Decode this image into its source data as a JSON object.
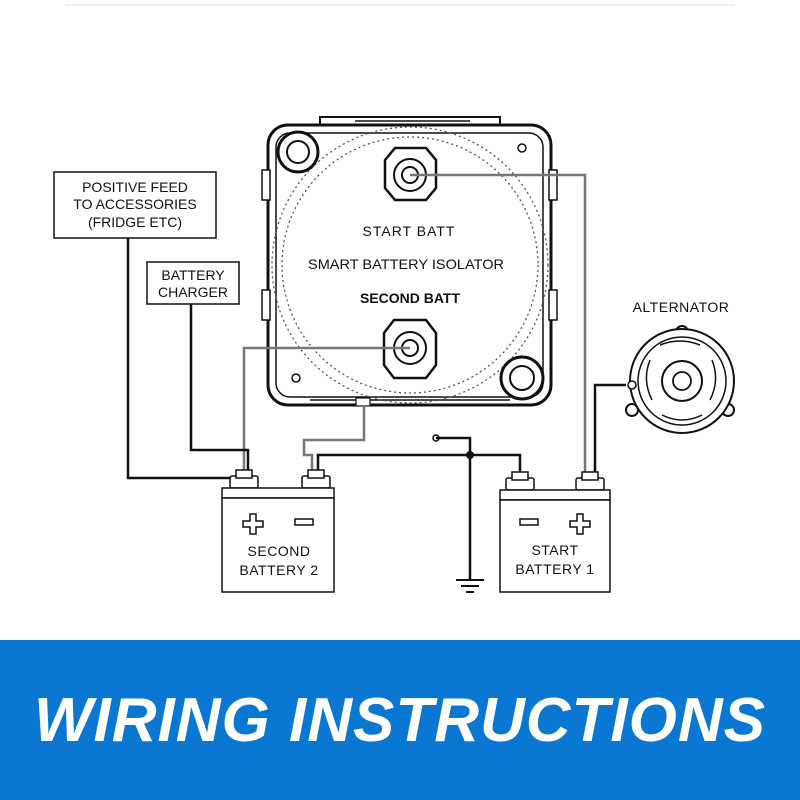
{
  "isolator": {
    "top_label": "START BATT",
    "name": "SMART BATTERY ISOLATOR",
    "bottom_label": "SECOND BATT"
  },
  "boxes": {
    "accessories": [
      "POSITIVE FEED",
      "TO ACCESSORIES",
      "(FRIDGE ETC)"
    ],
    "charger": [
      "BATTERY",
      "CHARGER"
    ]
  },
  "batteries": {
    "second": {
      "line1": "SECOND",
      "line2": "BATTERY 2",
      "plus": "+",
      "minus": "–"
    },
    "start": {
      "line1": "START",
      "line2": "BATTERY 1",
      "plus": "+",
      "minus": "–"
    }
  },
  "alternator": {
    "label": "ALTERNATOR"
  },
  "banner": {
    "title": "WIRING INSTRUCTIONS",
    "color": "#0a78d2",
    "text_color": "#ffffff"
  },
  "colors": {
    "wire": "#111111",
    "wire_gray": "#777777"
  }
}
